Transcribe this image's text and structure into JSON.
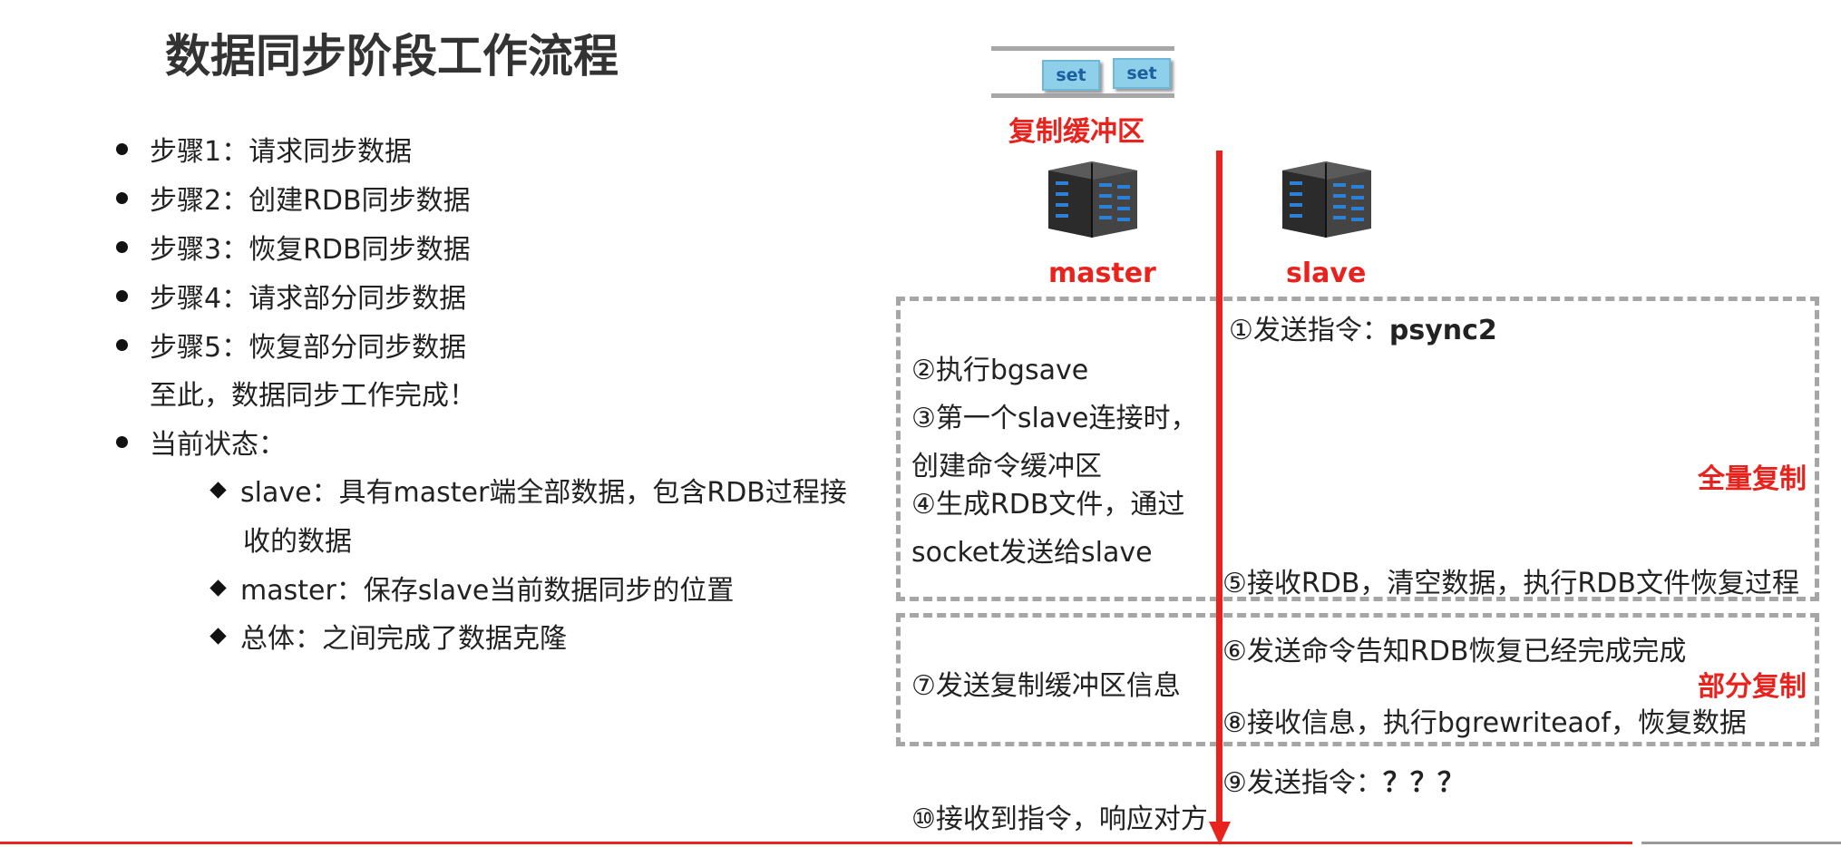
{
  "title": "数据同步阶段工作流程",
  "steps": [
    "步骤1：请求同步数据",
    "步骤2：创建RDB同步数据",
    "步骤3：恢复RDB同步数据",
    "步骤4：请求部分同步数据",
    "步骤5：恢复部分同步数据"
  ],
  "done_text": "至此，数据同步工作完成！",
  "status_heading": "当前状态：",
  "status_items": [
    "slave：具有master端全部数据，包含RDB过程接",
    "收的数据",
    "master：保存slave当前数据同步的位置",
    "总体：之间完成了数据克隆"
  ],
  "diagram": {
    "buffer_chip_1": "set",
    "buffer_chip_2": "set",
    "buffer_label": "复制缓冲区",
    "master_label": "master",
    "slave_label": "slave",
    "full_copy_label": "全量复制",
    "partial_copy_label": "部分复制",
    "s1_prefix": "①发送指令：",
    "s1_cmd": "psync2",
    "s2": "②执行bgsave",
    "s3a": "③第一个slave连接时，",
    "s3b": "创建命令缓冲区",
    "s4a": "④生成RDB文件，通过",
    "s4b": "socket发送给slave",
    "s5": "⑤接收RDB，清空数据，执行RDB文件恢复过程",
    "s6": "⑥发送命令告知RDB恢复已经完成完成",
    "s7": "⑦发送复制缓冲区信息",
    "s8": "⑧接收信息，执行bgrewriteaof，恢复数据",
    "s9_prefix": "⑨发送指令：",
    "s9_cmd": "？？？",
    "s10": "⑩接收到指令，响应对方"
  },
  "colors": {
    "accent_red": "#e8231e",
    "dash_gray": "#a6a6a6",
    "chip_blue": "#8ecfe9"
  }
}
